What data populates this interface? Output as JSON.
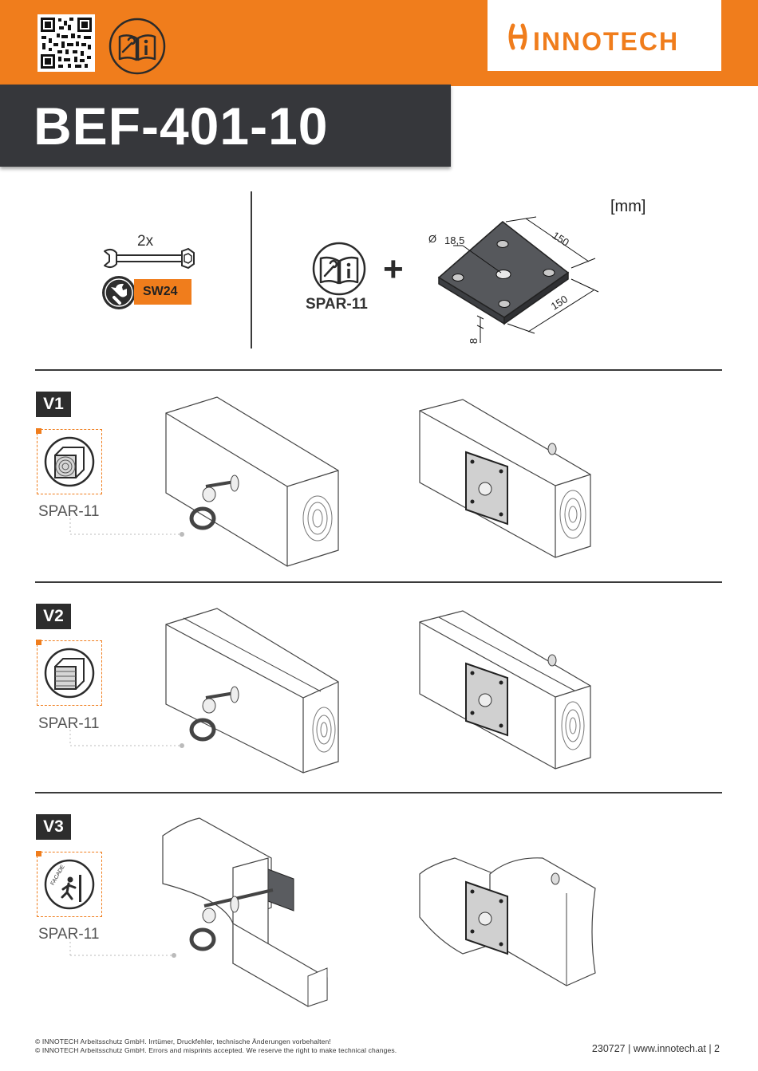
{
  "brand": {
    "name": "INNOTECH",
    "accent": "#f07d1c",
    "dark": "#36373b"
  },
  "header": {
    "product_code": "BEF-401-10",
    "qr_icon": "qr-code-icon",
    "manual_icon": "read-manual-icon"
  },
  "tools": {
    "quantity": "2x",
    "wrench_icon": "wrench-icon",
    "size": "SW24"
  },
  "components": {
    "manual_ref": "SPAR-11",
    "plus": "+",
    "unit": "[mm]",
    "plate": {
      "hole_diameter": "18,5",
      "diameter_symbol": "Ø",
      "width": "150",
      "depth": "150",
      "thickness": "8"
    }
  },
  "variants": [
    {
      "tag": "V1",
      "ref": "SPAR-11",
      "icon": "timber-beam-icon"
    },
    {
      "tag": "V2",
      "ref": "SPAR-11",
      "icon": "glulam-beam-icon"
    },
    {
      "tag": "V3",
      "ref": "SPAR-11",
      "icon": "facade-fall-icon"
    }
  ],
  "footer": {
    "copyright_de": "© INNOTECH Arbeitsschutz GmbH. Irrtümer, Druckfehler, technische Änderungen vorbehalten!",
    "copyright_en": "© INNOTECH Arbeitsschutz GmbH. Errors and misprints accepted. We reserve the right to make technical changes.",
    "doc_info": "230727 | www.innotech.at | 2"
  }
}
